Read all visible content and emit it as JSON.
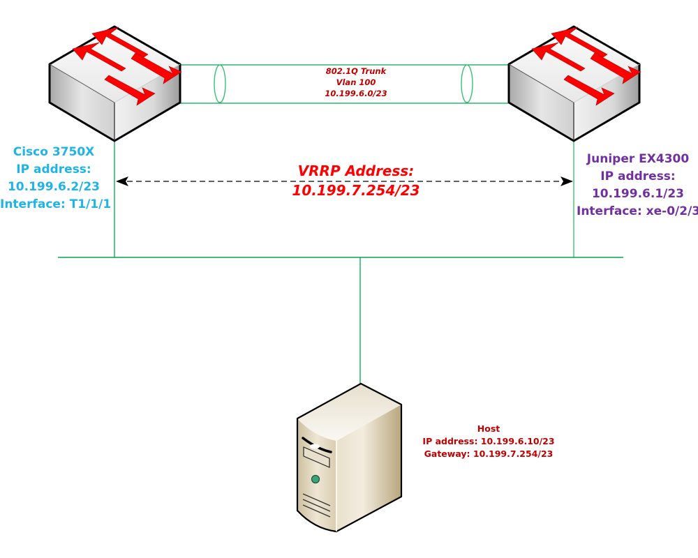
{
  "colors": {
    "link": "#00a651",
    "cisco_text": "#1fb3e6",
    "juniper_text": "#7030a0",
    "trunk_text": "#c00000",
    "vrrp_text": "#ff0000",
    "host_text": "#c00000",
    "switch_arrows": "#ff0000"
  },
  "nodes": {
    "cisco": {
      "icon": "switch-icon",
      "lines": [
        "Cisco 3750X",
        "IP address:",
        "10.199.6.2/23",
        "Interface: T1/1/1"
      ]
    },
    "juniper": {
      "icon": "switch-icon",
      "lines": [
        "Juniper EX4300",
        "IP address:",
        "10.199.6.1/23",
        "Interface: xe-0/2/3"
      ]
    },
    "host": {
      "icon": "server-tower-icon",
      "lines": [
        "Host",
        "IP address: 10.199.6.10/23",
        "Gateway: 10.199.7.254/23"
      ]
    }
  },
  "trunk": {
    "lines": [
      "802.1Q Trunk",
      "Vlan 100",
      "10.199.6.0/23"
    ]
  },
  "vrrp": {
    "lines": [
      "VRRP Address:",
      "10.199.7.254/23"
    ]
  }
}
